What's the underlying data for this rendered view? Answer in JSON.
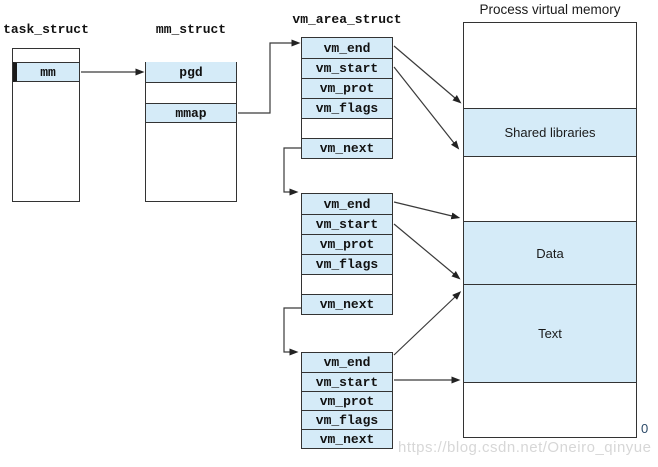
{
  "task_struct": {
    "title": "task_struct",
    "mm_label": "mm"
  },
  "mm_struct": {
    "title": "mm_struct",
    "pgd_label": "pgd",
    "mmap_label": "mmap"
  },
  "vm_area_struct": {
    "title": "vm_area_struct",
    "box1": {
      "rows": [
        "vm_end",
        "vm_start",
        "vm_prot",
        "vm_flags",
        "",
        "vm_next"
      ]
    },
    "box2": {
      "rows": [
        "vm_end",
        "vm_start",
        "vm_prot",
        "vm_flags",
        "",
        "vm_next"
      ]
    },
    "box3": {
      "rows": [
        "vm_end",
        "vm_start",
        "vm_prot",
        "vm_flags",
        "vm_next"
      ]
    }
  },
  "memory_map": {
    "title": "Process virtual memory",
    "regions": [
      {
        "label": ""
      },
      {
        "label": "Shared libraries"
      },
      {
        "label": ""
      },
      {
        "label": "Data"
      },
      {
        "label": "Text"
      },
      {
        "label": ""
      }
    ],
    "address_zero": "0"
  },
  "watermark": "https://blog.csdn.net/Oneiro_qinyue",
  "colors": {
    "cell_fill": "#d5ebf8",
    "border": "#333333",
    "line": "#3a3a3a"
  }
}
